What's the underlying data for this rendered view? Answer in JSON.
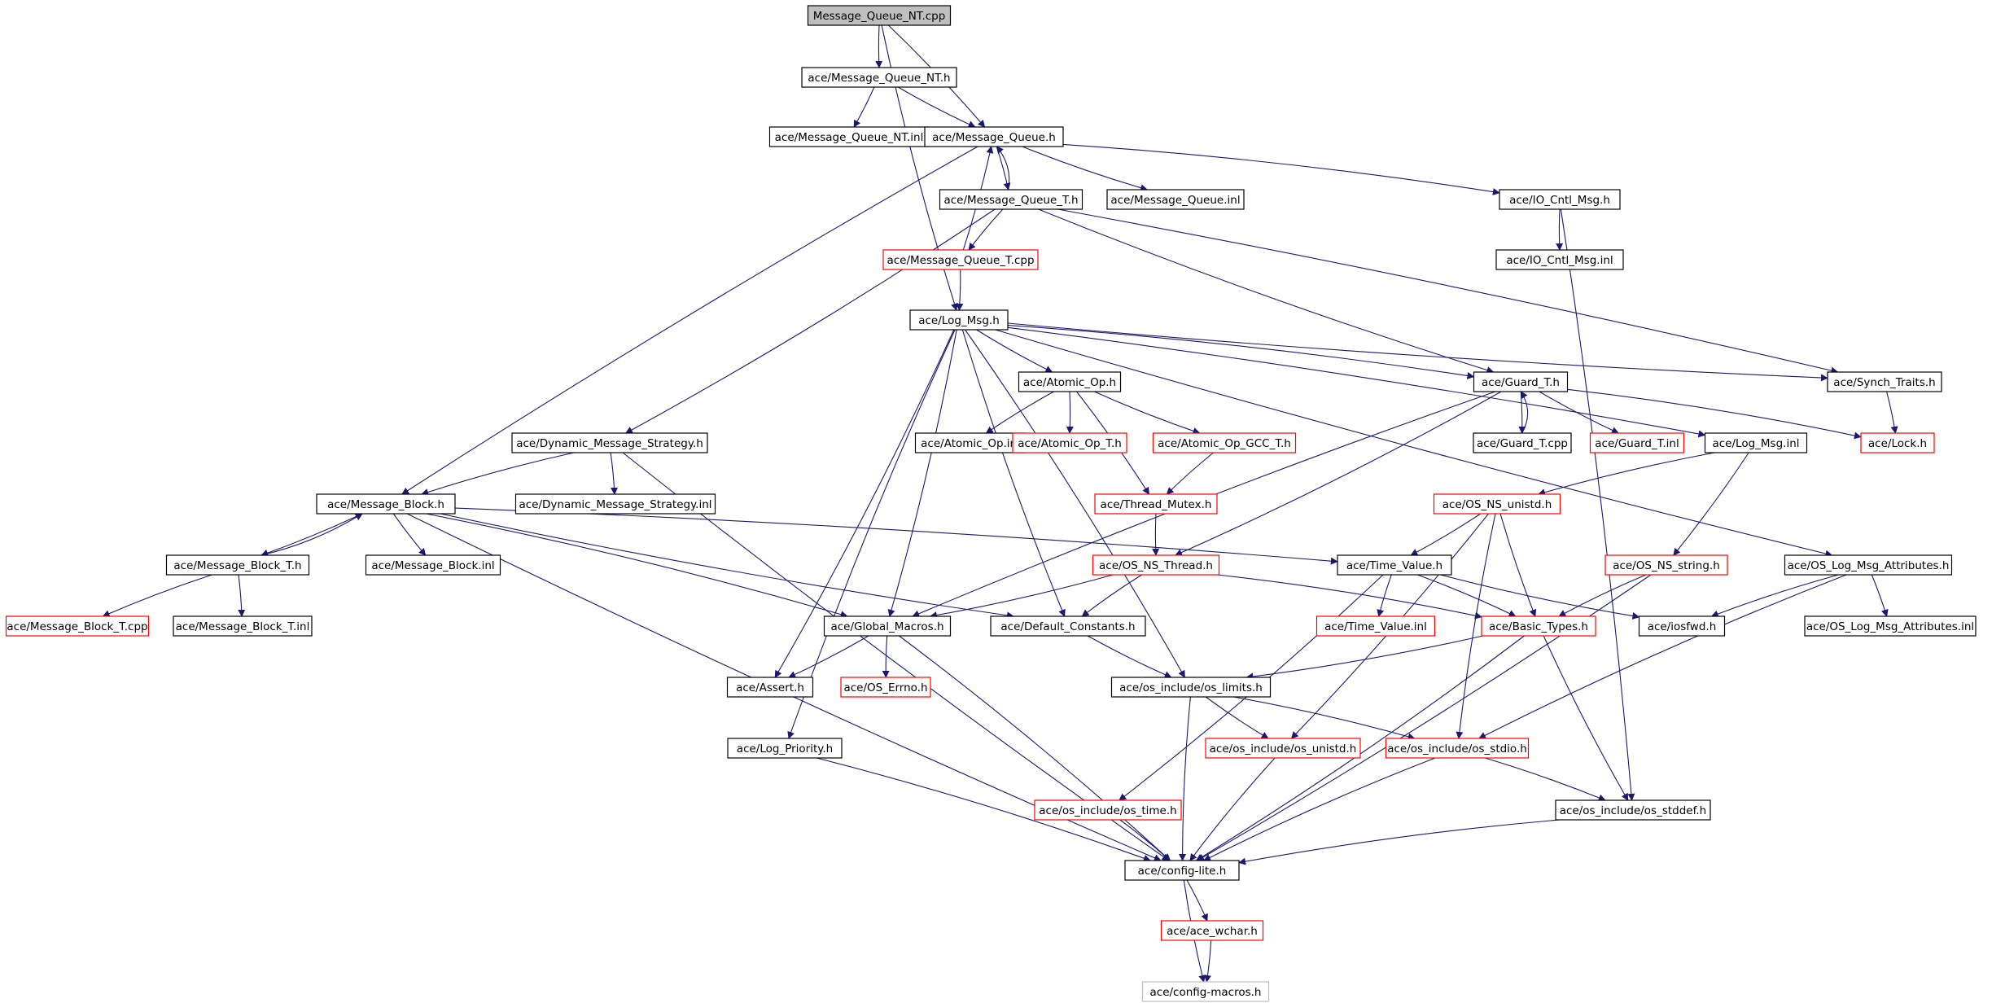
{
  "colors": {
    "edge": "#191970",
    "border_default": "#000000",
    "border_missing": "#ff0000",
    "border_faded": "#bfbfbf",
    "root_fill": "#bfbfbf",
    "node_fill": "#ffffff",
    "text": "#000000"
  },
  "nodes": [
    {
      "id": "root",
      "label": "Message_Queue_NT.cpp",
      "style": "root"
    },
    {
      "id": "mqnt_h",
      "label": "ace/Message_Queue_NT.h",
      "style": "default"
    },
    {
      "id": "mqnt_inl",
      "label": "ace/Message_Queue_NT.inl",
      "style": "default"
    },
    {
      "id": "mq_h",
      "label": "ace/Message_Queue.h",
      "style": "default"
    },
    {
      "id": "mqt_h",
      "label": "ace/Message_Queue_T.h",
      "style": "default"
    },
    {
      "id": "mq_inl",
      "label": "ace/Message_Queue.inl",
      "style": "default"
    },
    {
      "id": "iocntl_h",
      "label": "ace/IO_Cntl_Msg.h",
      "style": "default"
    },
    {
      "id": "iocntl_inl",
      "label": "ace/IO_Cntl_Msg.inl",
      "style": "default"
    },
    {
      "id": "mqt_cpp",
      "label": "ace/Message_Queue_T.cpp",
      "style": "missing"
    },
    {
      "id": "logmsg_h",
      "label": "ace/Log_Msg.h",
      "style": "default"
    },
    {
      "id": "atomic_h",
      "label": "ace/Atomic_Op.h",
      "style": "default"
    },
    {
      "id": "guardt_h",
      "label": "ace/Guard_T.h",
      "style": "default"
    },
    {
      "id": "synch_h",
      "label": "ace/Synch_Traits.h",
      "style": "default"
    },
    {
      "id": "dms_h",
      "label": "ace/Dynamic_Message_Strategy.h",
      "style": "default"
    },
    {
      "id": "atomic_inl",
      "label": "ace/Atomic_Op.inl",
      "style": "default"
    },
    {
      "id": "atomict_h",
      "label": "ace/Atomic_Op_T.h",
      "style": "missing"
    },
    {
      "id": "atomicgcc_h",
      "label": "ace/Atomic_Op_GCC_T.h",
      "style": "missing"
    },
    {
      "id": "guardt_cpp",
      "label": "ace/Guard_T.cpp",
      "style": "default"
    },
    {
      "id": "guardt_inl",
      "label": "ace/Guard_T.inl",
      "style": "missing"
    },
    {
      "id": "logmsg_inl",
      "label": "ace/Log_Msg.inl",
      "style": "default"
    },
    {
      "id": "lock_h",
      "label": "ace/Lock.h",
      "style": "missing"
    },
    {
      "id": "mb_h",
      "label": "ace/Message_Block.h",
      "style": "default"
    },
    {
      "id": "dms_inl",
      "label": "ace/Dynamic_Message_Strategy.inl",
      "style": "default"
    },
    {
      "id": "thrmutex_h",
      "label": "ace/Thread_Mutex.h",
      "style": "missing"
    },
    {
      "id": "osnsunistd_h",
      "label": "ace/OS_NS_unistd.h",
      "style": "missing"
    },
    {
      "id": "mbt_h",
      "label": "ace/Message_Block_T.h",
      "style": "default"
    },
    {
      "id": "mb_inl",
      "label": "ace/Message_Block.inl",
      "style": "default"
    },
    {
      "id": "osnsthread_h",
      "label": "ace/OS_NS_Thread.h",
      "style": "missing"
    },
    {
      "id": "timevalue_h",
      "label": "ace/Time_Value.h",
      "style": "default"
    },
    {
      "id": "osnsstring_h",
      "label": "ace/OS_NS_string.h",
      "style": "missing"
    },
    {
      "id": "oslogattr_h",
      "label": "ace/OS_Log_Msg_Attributes.h",
      "style": "default"
    },
    {
      "id": "mbt_cpp",
      "label": "ace/Message_Block_T.cpp",
      "style": "missing"
    },
    {
      "id": "mbt_inl",
      "label": "ace/Message_Block_T.inl",
      "style": "default"
    },
    {
      "id": "globalmacros_h",
      "label": "ace/Global_Macros.h",
      "style": "default"
    },
    {
      "id": "defconst_h",
      "label": "ace/Default_Constants.h",
      "style": "default"
    },
    {
      "id": "timevalue_inl",
      "label": "ace/Time_Value.inl",
      "style": "missing"
    },
    {
      "id": "basictypes_h",
      "label": "ace/Basic_Types.h",
      "style": "missing"
    },
    {
      "id": "iosfwd_h",
      "label": "ace/iosfwd.h",
      "style": "default"
    },
    {
      "id": "oslogattr_inl",
      "label": "ace/OS_Log_Msg_Attributes.inl",
      "style": "default"
    },
    {
      "id": "assert_h",
      "label": "ace/Assert.h",
      "style": "default"
    },
    {
      "id": "oserrno_h",
      "label": "ace/OS_Errno.h",
      "style": "missing"
    },
    {
      "id": "oslimits_h",
      "label": "ace/os_include/os_limits.h",
      "style": "default"
    },
    {
      "id": "logprio_h",
      "label": "ace/Log_Priority.h",
      "style": "default"
    },
    {
      "id": "osunistd_h",
      "label": "ace/os_include/os_unistd.h",
      "style": "missing"
    },
    {
      "id": "osstdio_h",
      "label": "ace/os_include/os_stdio.h",
      "style": "missing"
    },
    {
      "id": "ostime_h",
      "label": "ace/os_include/os_time.h",
      "style": "missing"
    },
    {
      "id": "osstddef_h",
      "label": "ace/os_include/os_stddef.h",
      "style": "default"
    },
    {
      "id": "configlite_h",
      "label": "ace/config-lite.h",
      "style": "default"
    },
    {
      "id": "acewchar_h",
      "label": "ace/ace_wchar.h",
      "style": "missing"
    },
    {
      "id": "configmacros_h",
      "label": "ace/config-macros.h",
      "style": "faded"
    }
  ],
  "edges": [
    [
      "root",
      "mqnt_h"
    ],
    [
      "root",
      "mq_h"
    ],
    [
      "root",
      "logmsg_h"
    ],
    [
      "mqnt_h",
      "mqnt_inl"
    ],
    [
      "mqnt_h",
      "mq_h"
    ],
    [
      "mq_h",
      "mqt_h"
    ],
    [
      "mq_h",
      "mq_inl"
    ],
    [
      "mq_h",
      "iocntl_h"
    ],
    [
      "mq_h",
      "mb_h"
    ],
    [
      "mqt_h",
      "mq_h"
    ],
    [
      "mqt_h",
      "mqt_cpp"
    ],
    [
      "mqt_h",
      "dms_h"
    ],
    [
      "mqt_h",
      "guardt_h"
    ],
    [
      "mqt_h",
      "synch_h"
    ],
    [
      "mqt_cpp",
      "mq_h"
    ],
    [
      "mqt_cpp",
      "logmsg_h"
    ],
    [
      "iocntl_h",
      "iocntl_inl"
    ],
    [
      "iocntl_h",
      "osstddef_h"
    ],
    [
      "logmsg_h",
      "atomic_h"
    ],
    [
      "logmsg_h",
      "guardt_h"
    ],
    [
      "logmsg_h",
      "synch_h"
    ],
    [
      "logmsg_h",
      "logmsg_inl"
    ],
    [
      "logmsg_h",
      "oslogattr_h"
    ],
    [
      "logmsg_h",
      "globalmacros_h"
    ],
    [
      "logmsg_h",
      "defconst_h"
    ],
    [
      "logmsg_h",
      "assert_h"
    ],
    [
      "logmsg_h",
      "logprio_h"
    ],
    [
      "logmsg_h",
      "oslimits_h"
    ],
    [
      "atomic_h",
      "atomic_inl"
    ],
    [
      "atomic_h",
      "atomict_h"
    ],
    [
      "atomic_h",
      "atomicgcc_h"
    ],
    [
      "atomic_h",
      "thrmutex_h"
    ],
    [
      "atomicgcc_h",
      "thrmutex_h"
    ],
    [
      "guardt_h",
      "guardt_cpp"
    ],
    [
      "guardt_h",
      "guardt_inl"
    ],
    [
      "guardt_h",
      "lock_h"
    ],
    [
      "guardt_h",
      "globalmacros_h"
    ],
    [
      "guardt_h",
      "osnsthread_h"
    ],
    [
      "guardt_cpp",
      "guardt_h"
    ],
    [
      "synch_h",
      "lock_h"
    ],
    [
      "logmsg_inl",
      "osnsunistd_h"
    ],
    [
      "logmsg_inl",
      "osnsstring_h"
    ],
    [
      "dms_h",
      "mb_h"
    ],
    [
      "dms_h",
      "dms_inl"
    ],
    [
      "dms_h",
      "configlite_h"
    ],
    [
      "mb_h",
      "mbt_h"
    ],
    [
      "mb_h",
      "mb_inl"
    ],
    [
      "mb_h",
      "globalmacros_h"
    ],
    [
      "mb_h",
      "defconst_h"
    ],
    [
      "mb_h",
      "timevalue_h"
    ],
    [
      "mb_h",
      "configlite_h"
    ],
    [
      "mbt_h",
      "mb_h"
    ],
    [
      "mbt_h",
      "mbt_cpp"
    ],
    [
      "mbt_h",
      "mbt_inl"
    ],
    [
      "thrmutex_h",
      "osnsthread_h"
    ],
    [
      "osnsunistd_h",
      "timevalue_h"
    ],
    [
      "osnsunistd_h",
      "basictypes_h"
    ],
    [
      "osnsunistd_h",
      "osunistd_h"
    ],
    [
      "osnsunistd_h",
      "osstdio_h"
    ],
    [
      "osnsthread_h",
      "globalmacros_h"
    ],
    [
      "osnsthread_h",
      "defconst_h"
    ],
    [
      "osnsthread_h",
      "basictypes_h"
    ],
    [
      "timevalue_h",
      "timevalue_inl"
    ],
    [
      "timevalue_h",
      "basictypes_h"
    ],
    [
      "timevalue_h",
      "iosfwd_h"
    ],
    [
      "timevalue_h",
      "ostime_h"
    ],
    [
      "osnsstring_h",
      "basictypes_h"
    ],
    [
      "osnsstring_h",
      "configlite_h"
    ],
    [
      "oslogattr_h",
      "iosfwd_h"
    ],
    [
      "oslogattr_h",
      "oslogattr_inl"
    ],
    [
      "oslogattr_h",
      "osstdio_h"
    ],
    [
      "globalmacros_h",
      "assert_h"
    ],
    [
      "globalmacros_h",
      "oserrno_h"
    ],
    [
      "globalmacros_h",
      "configlite_h"
    ],
    [
      "defconst_h",
      "oslimits_h"
    ],
    [
      "basictypes_h",
      "oslimits_h"
    ],
    [
      "basictypes_h",
      "osstddef_h"
    ],
    [
      "basictypes_h",
      "configlite_h"
    ],
    [
      "oslimits_h",
      "osunistd_h"
    ],
    [
      "oslimits_h",
      "osstdio_h"
    ],
    [
      "oslimits_h",
      "configlite_h"
    ],
    [
      "logprio_h",
      "configlite_h"
    ],
    [
      "osunistd_h",
      "configlite_h"
    ],
    [
      "osstdio_h",
      "osstddef_h"
    ],
    [
      "osstdio_h",
      "configlite_h"
    ],
    [
      "ostime_h",
      "configlite_h"
    ],
    [
      "osstddef_h",
      "configlite_h"
    ],
    [
      "configlite_h",
      "acewchar_h"
    ],
    [
      "configlite_h",
      "configmacros_h"
    ],
    [
      "acewchar_h",
      "configmacros_h"
    ]
  ]
}
